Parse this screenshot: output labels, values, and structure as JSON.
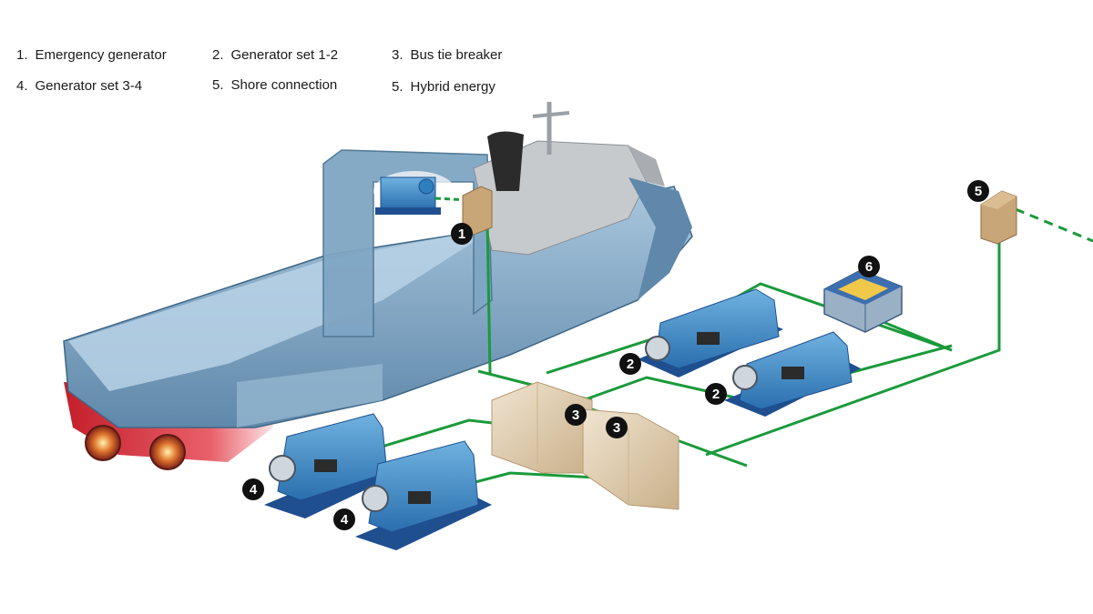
{
  "legend": [
    {
      "num": "1.",
      "label": "Emergency generator"
    },
    {
      "num": "2.",
      "label": "Generator set 1-2"
    },
    {
      "num": "3.",
      "label": "Bus tie breaker"
    },
    {
      "num": "4.",
      "label": "Generator set 3-4"
    },
    {
      "num": "5.",
      "label": "Shore connection"
    },
    {
      "num": "5.",
      "label": "Hybrid energy"
    }
  ],
  "markers": {
    "emergency_generator": "1",
    "generator_set_1": "2",
    "generator_set_2": "2",
    "bus_tie_breaker_a": "3",
    "bus_tie_breaker_b": "3",
    "generator_set_3": "4",
    "generator_set_4": "4",
    "shore_connection": "5",
    "hybrid_energy": "6"
  },
  "colors": {
    "cable": "#1a9a3a",
    "hull": "#7fa6c4",
    "hull_dark": "#4d7594",
    "hull_bottom": "#d8323a",
    "engine": "#2f7fbf",
    "engine_base": "#1f4f8f",
    "cabinet": "#c9a678",
    "switchboard": "#e6d7bf",
    "battery": "#f1c94a"
  }
}
